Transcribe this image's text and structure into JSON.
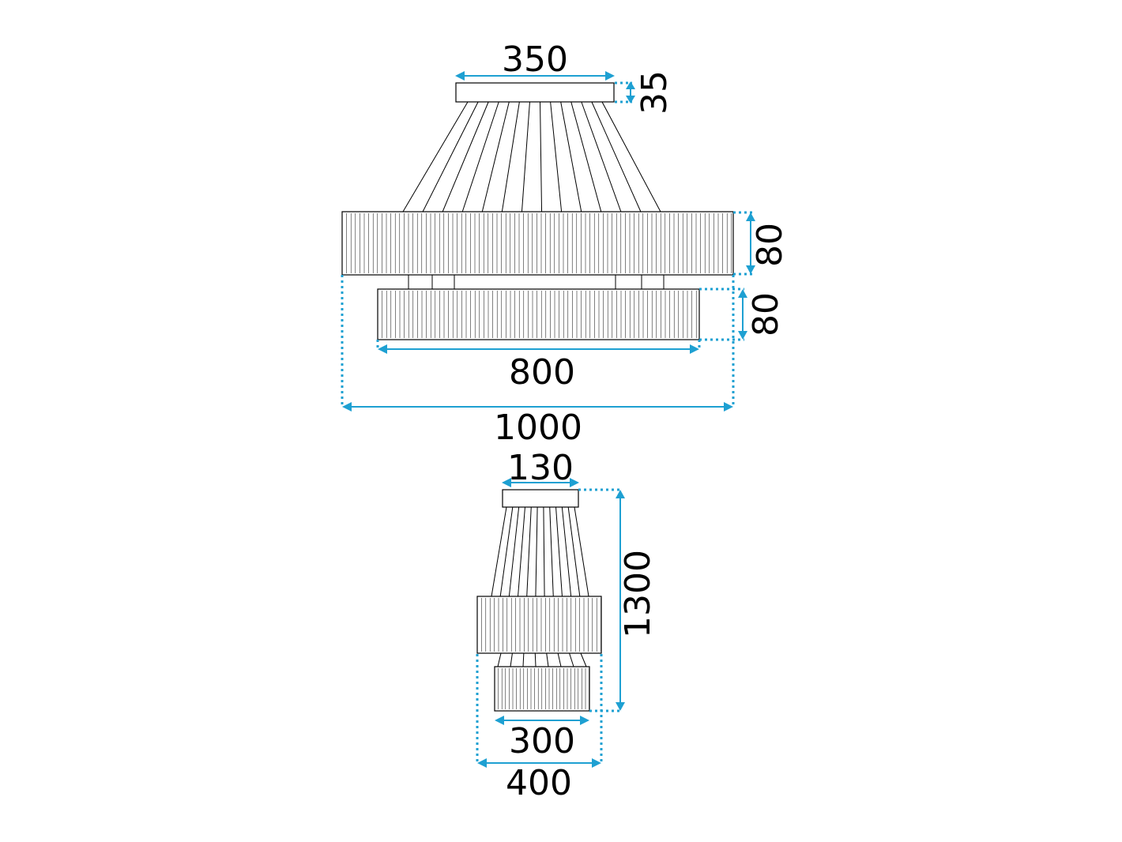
{
  "colors": {
    "dimension": "#1ea0d2",
    "outline": "#000000",
    "background": "#ffffff"
  },
  "front_view": {
    "canopy_width": "350",
    "canopy_height": "35",
    "upper_ring_height": "80",
    "lower_ring_height": "80",
    "lower_ring_diameter": "800",
    "upper_ring_diameter": "1000"
  },
  "side_view": {
    "canopy_width": "130",
    "total_height": "1300",
    "lower_ring_diameter": "300",
    "upper_ring_diameter": "400"
  }
}
